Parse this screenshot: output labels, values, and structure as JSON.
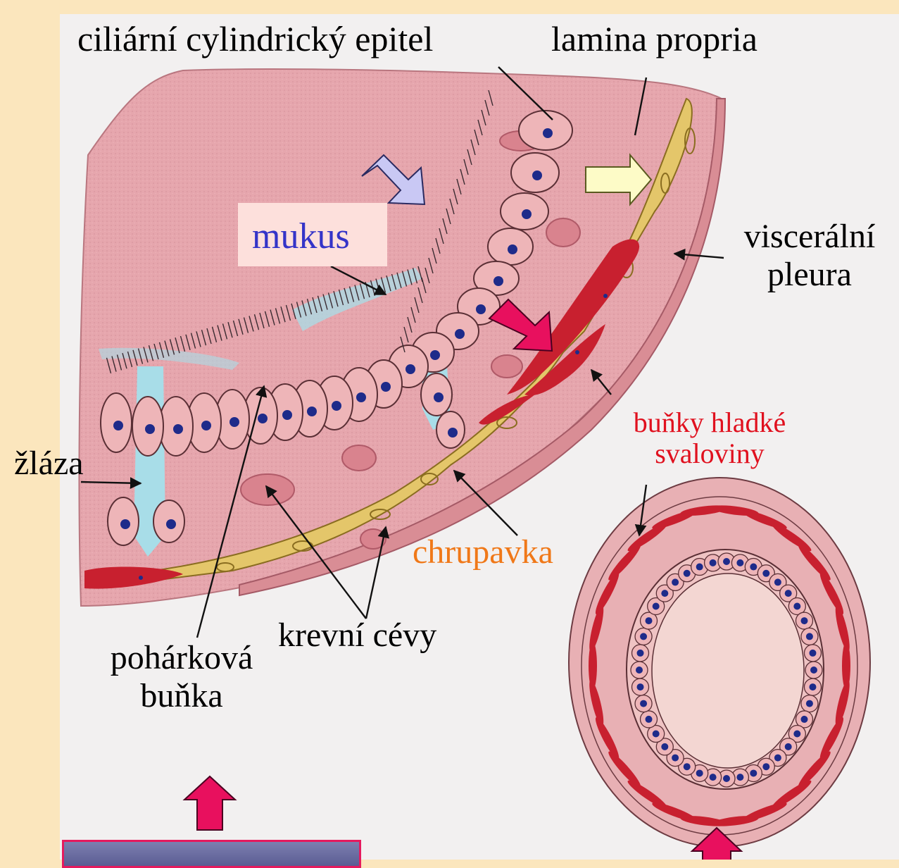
{
  "labels": {
    "epitel": "ciliární cylindrický epitel",
    "lamina": "lamina propria",
    "mukus": "mukus",
    "visceralni_1": "viscerální",
    "visceralni_2": "pleura",
    "zlaza": "žláza",
    "hladke_1": "buňky hladké",
    "hladke_2": "svaloviny",
    "chrupavka": "chrupavka",
    "cevy": "krevní cévy",
    "poharkova_1": "pohárková",
    "poharkova_2": "buňka"
  },
  "colors": {
    "background": "#fbe6bd",
    "tissue": "#e6a6ad",
    "tissue_dark": "#c87d87",
    "cell": "#eeb5b8",
    "nucleus": "#1e2b8a",
    "gland_lumen": "#a8dde8",
    "cartilage": "#e4c66a",
    "muscle": "#c8202f",
    "pleura": "#d98d95",
    "label_text": "#000000",
    "mukus_text": "#3434c8",
    "muscle_text": "#e0101e",
    "chrupavka_text": "#f07818",
    "arrow_lavender": "#c9c8f4",
    "arrow_yellow": "#fdfbc7",
    "arrow_magenta": "#e8105e"
  },
  "arrows": [
    {
      "name": "lavender-block-arrow",
      "color": "lavender"
    },
    {
      "name": "yellow-block-arrow",
      "color": "yellow"
    },
    {
      "name": "magenta-block-arrow",
      "color": "magenta"
    },
    {
      "name": "up-magenta-arrow",
      "color": "magenta"
    },
    {
      "name": "up-magenta-arrow-bottom",
      "color": "magenta"
    }
  ]
}
